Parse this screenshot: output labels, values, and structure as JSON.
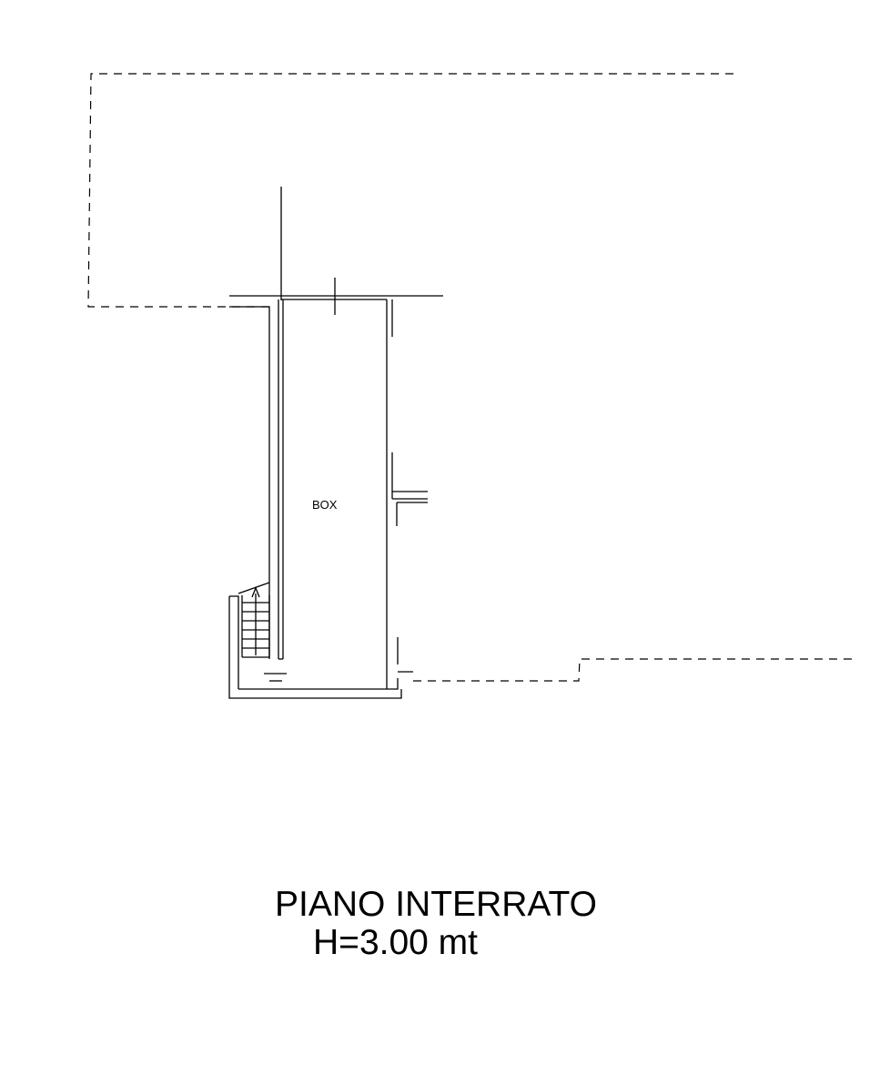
{
  "plan": {
    "room_label": "BOX",
    "title": "PIANO INTERRATO",
    "height_note": "H=3.00 mt"
  }
}
